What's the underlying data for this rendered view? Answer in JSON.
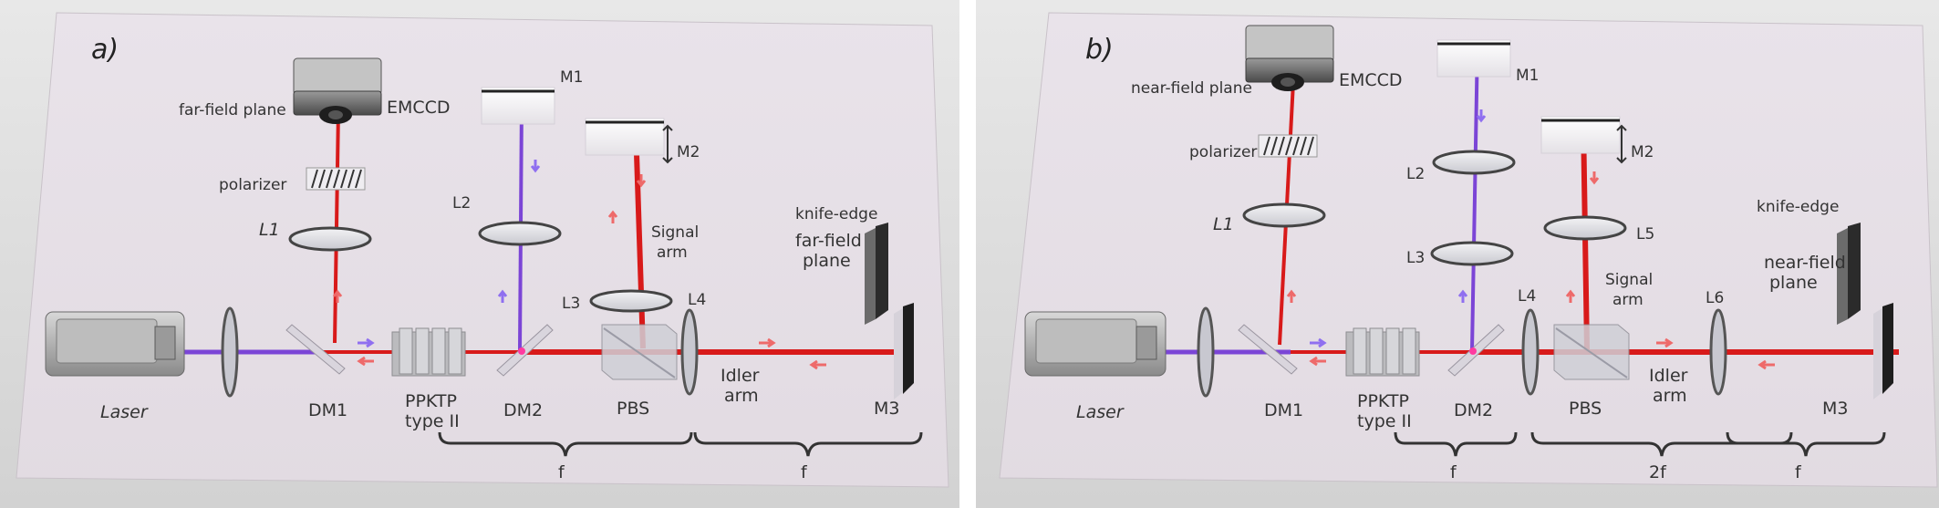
{
  "panels": [
    {
      "id": "a",
      "panel_label": "a)",
      "labels": {
        "plane": "far-field plane",
        "camera": "EMCCD",
        "polarizer": "polarizer",
        "l1": "L1",
        "l2": "L2",
        "m1": "M1",
        "m2": "M2",
        "l3": "L3",
        "l4": "L4",
        "signal1": "Signal",
        "signal2": "arm",
        "knife": "knife-edge",
        "knifeplane1": "far-field",
        "knifeplane2": "plane",
        "idler1": "Idler",
        "idler2": "arm",
        "laser": "Laser",
        "dm1": "DM1",
        "ppktp1": "PPKTP",
        "ppktp2": "type II",
        "dm2": "DM2",
        "pbs": "PBS",
        "m3": "M3",
        "brace1": "f",
        "brace2": "f"
      }
    },
    {
      "id": "b",
      "panel_label": "b)",
      "labels": {
        "plane": "near-field plane",
        "camera": "EMCCD",
        "polarizer": "polarizer",
        "l1": "L1",
        "m1": "M1",
        "l2": "L2",
        "l3": "L3",
        "m2": "M2",
        "l4": "L4",
        "l5": "L5",
        "l6": "L6",
        "signal1": "Signal",
        "signal2": "arm",
        "knife": "knife-edge",
        "knifeplane1": "near-field",
        "knifeplane2": "plane",
        "idler1": "Idler",
        "idler2": "arm",
        "laser": "Laser",
        "dm1": "DM1",
        "ppktp1": "PPKTP",
        "ppktp2": "type II",
        "dm2": "DM2",
        "pbs": "PBS",
        "m3": "M3",
        "brace1": "f",
        "brace2": "2f",
        "brace3": "f"
      }
    }
  ],
  "colors": {
    "table": "#e6dfe6",
    "red_beam": "#d81a1a",
    "violet_beam": "#7b45d6",
    "pump_arrow": "#8f6ff0",
    "signal_arrow": "#ee6a6a"
  }
}
